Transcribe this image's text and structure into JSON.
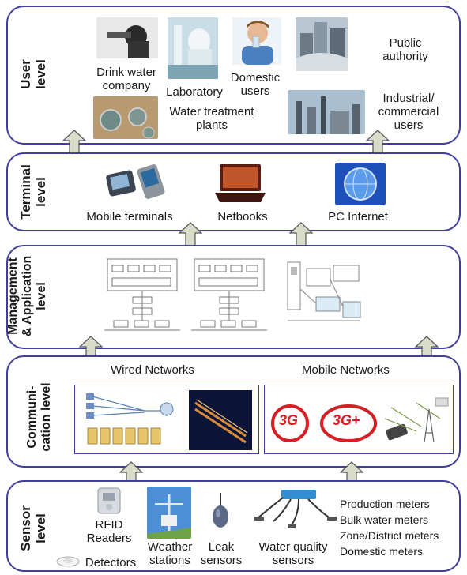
{
  "levels": {
    "user": {
      "label": "User\nlevel",
      "items": {
        "drink_water": "Drink water\ncompany",
        "laboratory": "Laboratory",
        "domestic": "Domestic\nusers",
        "public": "Public\nauthority",
        "treatment": "Water treatment\nplants",
        "industrial": "Industrial/\ncommercial\nusers"
      }
    },
    "terminal": {
      "label": "Terminal\nlevel",
      "items": {
        "mobile": "Mobile terminals",
        "netbooks": "Netbooks",
        "pc": "PC Internet"
      }
    },
    "management": {
      "label": "Management\n& Application\nlevel"
    },
    "communication": {
      "label": "Communi-\ncation level",
      "wired": "Wired Networks",
      "mobile": "Mobile Networks",
      "badge_3g": "3G",
      "badge_3gplus": "3G+"
    },
    "sensor": {
      "label": "Sensor\nlevel",
      "items": {
        "rfid": "RFID\nReaders",
        "detectors": "Detectors",
        "weather": "Weather\nstations",
        "leak": "Leak\nsensors",
        "quality": "Water quality\nsensors",
        "meters": "Production meters\nBulk water meters\nZone/District meters\nDomestic meters"
      }
    }
  },
  "colors": {
    "border": "#3f3f9a",
    "arrow_fill": "#d9dcc8",
    "badge_red": "#d41f24"
  }
}
